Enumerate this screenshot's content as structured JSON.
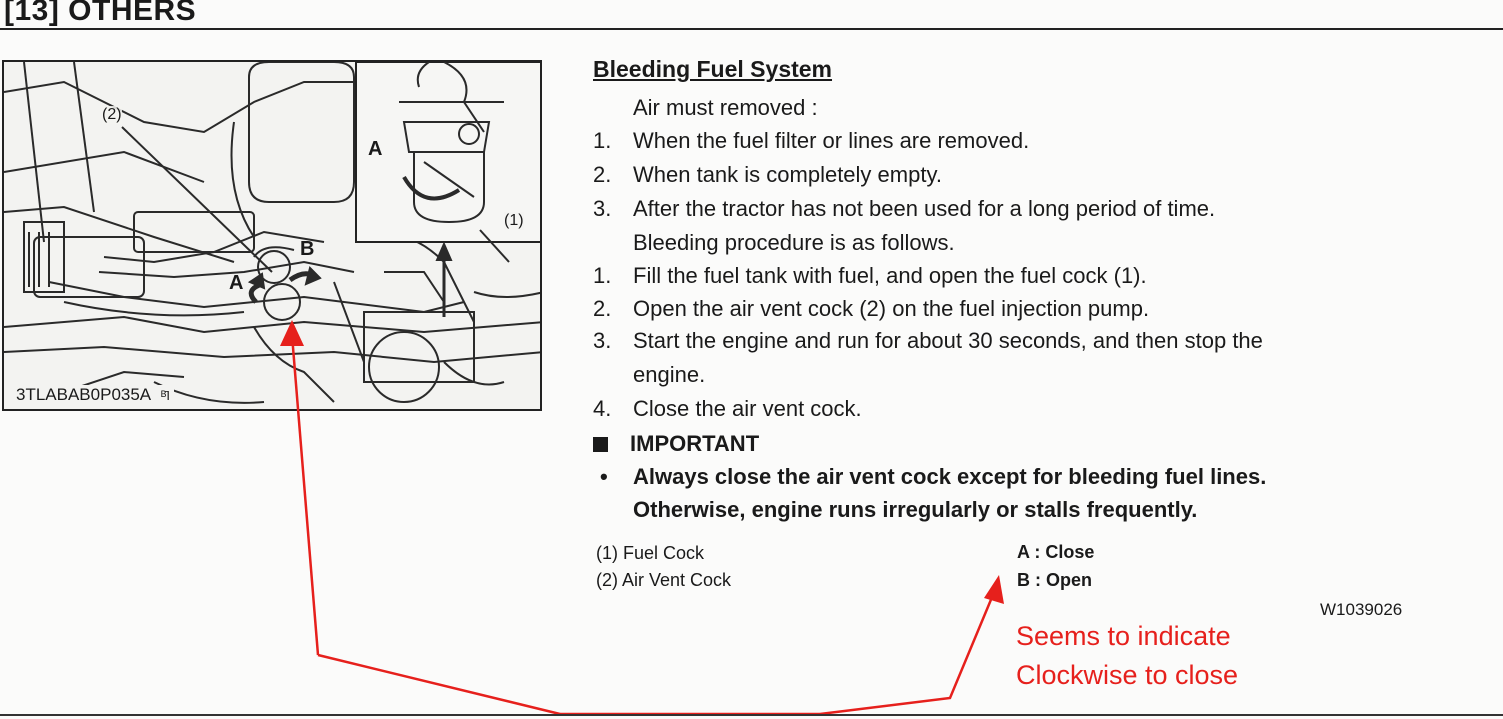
{
  "header": {
    "title": "[13] OTHERS"
  },
  "figure": {
    "code": "3TLABAB0P035A",
    "code_suffix": "ᴮ̄I",
    "callout_1": "(1)",
    "callout_2": "(2)",
    "letter_a": "A",
    "letter_b": "B",
    "inset_letter_a": "A"
  },
  "section": {
    "title": "Bleeding Fuel System",
    "intro": "Air must removed :",
    "conditions": [
      {
        "num": "1.",
        "text": "When the fuel filter or lines are removed."
      },
      {
        "num": "2.",
        "text": "When tank is completely empty."
      },
      {
        "num": "3.",
        "text": "After the tractor has not been used for a long period of time."
      }
    ],
    "procedure_intro": "Bleeding procedure is as follows.",
    "steps": [
      {
        "num": "1.",
        "text": "Fill the fuel tank with fuel, and open the fuel cock (1)."
      },
      {
        "num": "2.",
        "text": "Open the air vent cock (2) on the fuel injection pump."
      },
      {
        "num": "3.",
        "text": "Start the engine and run for about 30 seconds, and then stop the",
        "cont": "engine."
      },
      {
        "num": "4.",
        "text": "Close the air vent cock."
      }
    ]
  },
  "important": {
    "heading": "IMPORTANT",
    "bullet": "•",
    "line1": "Always close the air vent cock except for bleeding fuel lines.",
    "line2": "Otherwise, engine runs irregularly or stalls frequently."
  },
  "legend": {
    "item1": "(1)  Fuel Cock",
    "item2": "(2)  Air Vent Cock",
    "a": "A : Close",
    "b": "B : Open"
  },
  "doc_code": "W1039026",
  "annotation": {
    "line1": "Seems to indicate",
    "line2": "Clockwise to close",
    "color": "#e6201c"
  }
}
